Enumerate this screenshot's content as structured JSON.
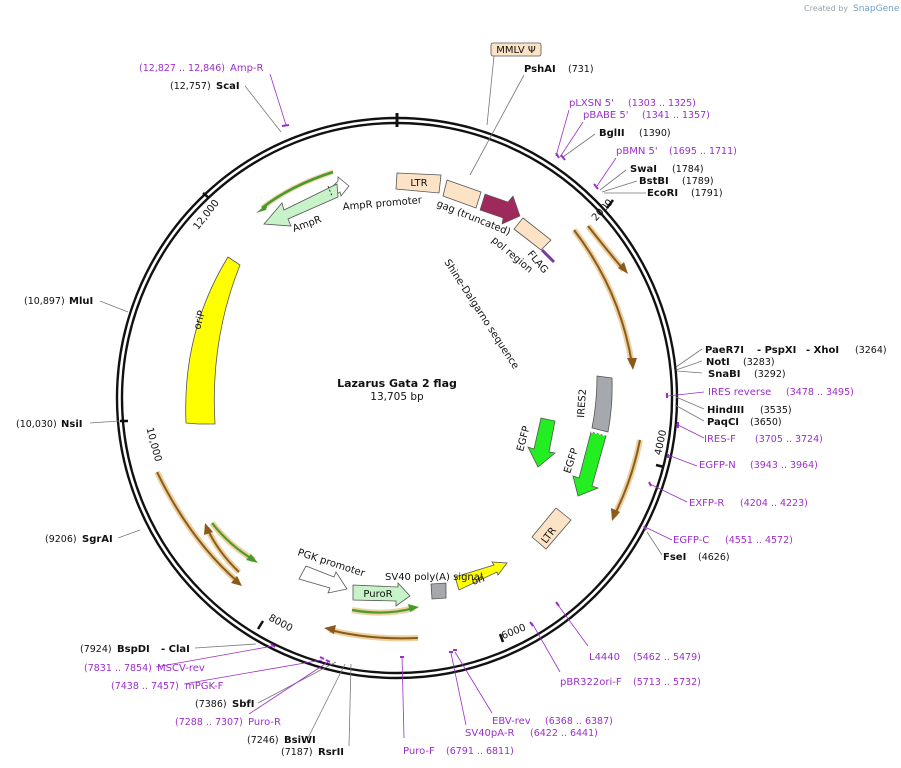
{
  "branding": {
    "created_by": "Created by",
    "app": "SnapGene"
  },
  "plasmid": {
    "name": "Lazarus Gata 2 flag",
    "length": "13,705 bp"
  },
  "ticks": [
    "2000",
    "4000",
    "6000",
    "8000",
    "10,000",
    "12,000"
  ],
  "features": {
    "mmlv": "MMLV Ψ",
    "ltr_top": "LTR",
    "gag": "gag (truncated)",
    "pol": "pol region",
    "flag": "FLAG",
    "shine": "Shine-Dalgarno sequence",
    "ampr_promoter": "AmpR promoter",
    "ampr": "AmpR",
    "orip": "oriP",
    "ires2": "IRES2",
    "egfp1": "EGFP",
    "egfp2": "EGFP",
    "ltr_bottom": "LTR",
    "pgk": "PGK promoter",
    "puror": "PuroR",
    "sv40": "SV40 poly(A) signal",
    "ori": "ori"
  },
  "sites": {
    "pshai": {
      "name": "PshAI",
      "pos": "(731)"
    },
    "bglii": {
      "name": "BglII",
      "pos": "(1390)"
    },
    "swai": {
      "name": "SwaI",
      "pos": "(1784)"
    },
    "bstbi": {
      "name": "BstBI",
      "pos": "(1789)"
    },
    "ecori": {
      "name": "EcoRI",
      "pos": "(1791)"
    },
    "paer7i": {
      "name": "PaeR7I",
      "sep1": "- PspXI",
      "sep2": "- XhoI",
      "pos": "(3264)"
    },
    "noti": {
      "name": "NotI",
      "pos": "(3283)"
    },
    "snabi": {
      "name": "SnaBI",
      "pos": "(3292)"
    },
    "hindiii": {
      "name": "HindIII",
      "pos": "(3535)"
    },
    "paqci": {
      "name": "PaqCI",
      "pos": "(3650)"
    },
    "fsei": {
      "name": "FseI",
      "pos": "(4626)"
    },
    "scai": {
      "name": "ScaI",
      "pos": "(12,757)"
    },
    "mlui": {
      "name": "MluI",
      "pos": "(10,897)"
    },
    "nsii": {
      "name": "NsiI",
      "pos": "(10,030)"
    },
    "sgrai": {
      "name": "SgrAI",
      "pos": "(9206)"
    },
    "bspdi": {
      "name": "BspDI",
      "sep": "- ClaI",
      "pos": "(7924)"
    },
    "sbfi": {
      "name": "SbfI",
      "pos": "(7386)"
    },
    "bsiwi": {
      "name": "BsiWI",
      "pos": "(7246)"
    },
    "rsrii": {
      "name": "RsrII",
      "pos": "(7187)"
    }
  },
  "primers": {
    "ampr": {
      "name": "Amp-R",
      "pos": "(12,827 .. 12,846)"
    },
    "plxsn": {
      "name": "pLXSN 5'",
      "pos": "(1303 .. 1325)"
    },
    "pbabe": {
      "name": "pBABE 5'",
      "pos": "(1341 .. 1357)"
    },
    "pbmn": {
      "name": "pBMN 5'",
      "pos": "(1695 .. 1711)"
    },
    "iresrev": {
      "name": "IRES reverse",
      "pos": "(3478 .. 3495)"
    },
    "iresf": {
      "name": "IRES-F",
      "pos": "(3705 .. 3724)"
    },
    "egfpn": {
      "name": "EGFP-N",
      "pos": "(3943 .. 3964)"
    },
    "exfpr": {
      "name": "EXFP-R",
      "pos": "(4204 .. 4223)"
    },
    "egfpc": {
      "name": "EGFP-C",
      "pos": "(4551 .. 4572)"
    },
    "l4440": {
      "name": "L4440",
      "pos": "(5462 .. 5479)"
    },
    "pbr322": {
      "name": "pBR322ori-F",
      "pos": "(5713 .. 5732)"
    },
    "ebvrev": {
      "name": "EBV-rev",
      "pos": "(6368 .. 6387)"
    },
    "sv40par": {
      "name": "SV40pA-R",
      "pos": "(6422 .. 6441)"
    },
    "purof": {
      "name": "Puro-F",
      "pos": "(6791 .. 6811)"
    },
    "puror": {
      "name": "Puro-R",
      "pos": "(7288 .. 7307)"
    },
    "mpgkf": {
      "name": "mPGK-F",
      "pos": "(7438 .. 7457)"
    },
    "msczrev": {
      "name": "MSCV-rev",
      "pos": "(7831 .. 7854)"
    }
  }
}
